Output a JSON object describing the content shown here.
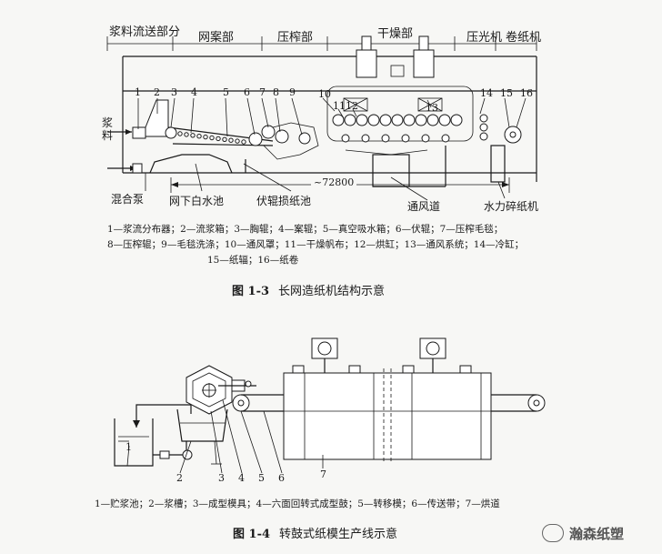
{
  "fig1": {
    "sections": [
      "浆料流送部分",
      "网案部",
      "压榨部",
      "干燥部",
      "压光机",
      "卷纸机"
    ],
    "numbers": [
      "1",
      "2",
      "3",
      "4",
      "5",
      "6",
      "7",
      "8",
      "9",
      "10",
      "11",
      "12",
      "13",
      "14",
      "15",
      "16"
    ],
    "side_label": "浆料",
    "callouts": {
      "mix_pump": "混合泵",
      "white_water": "网下白水池",
      "couch_pit": "伏辊损纸池",
      "duct": "通风道",
      "pulper": "水力碎纸机",
      "dimension": "~72800"
    },
    "legend": [
      "1—浆流分布器；2—流浆箱；3—胸辊；4—案辊；5—真空吸水箱；6—伏辊；7—压榨毛毯；",
      "8—压榨辊；9—毛毯洗涤；10—通风罩；11—干燥帆布；12—烘缸；13—通风系统；14—冷缸；",
      "15—纸辐；16—纸卷"
    ],
    "caption_no": "图 1-3",
    "caption_text": "长网造纸机结构示意"
  },
  "fig2": {
    "numbers": [
      "1",
      "2",
      "3",
      "4",
      "5",
      "6",
      "7"
    ],
    "legend": "1—贮浆池；2—浆槽；3—成型模具；4—六面回转式成型鼓；5—转移模；6—传送带；7—烘道",
    "caption_no": "图 1-4",
    "caption_text": "转鼓式纸模生产线示意"
  },
  "watermark": "瀚森纸塑"
}
